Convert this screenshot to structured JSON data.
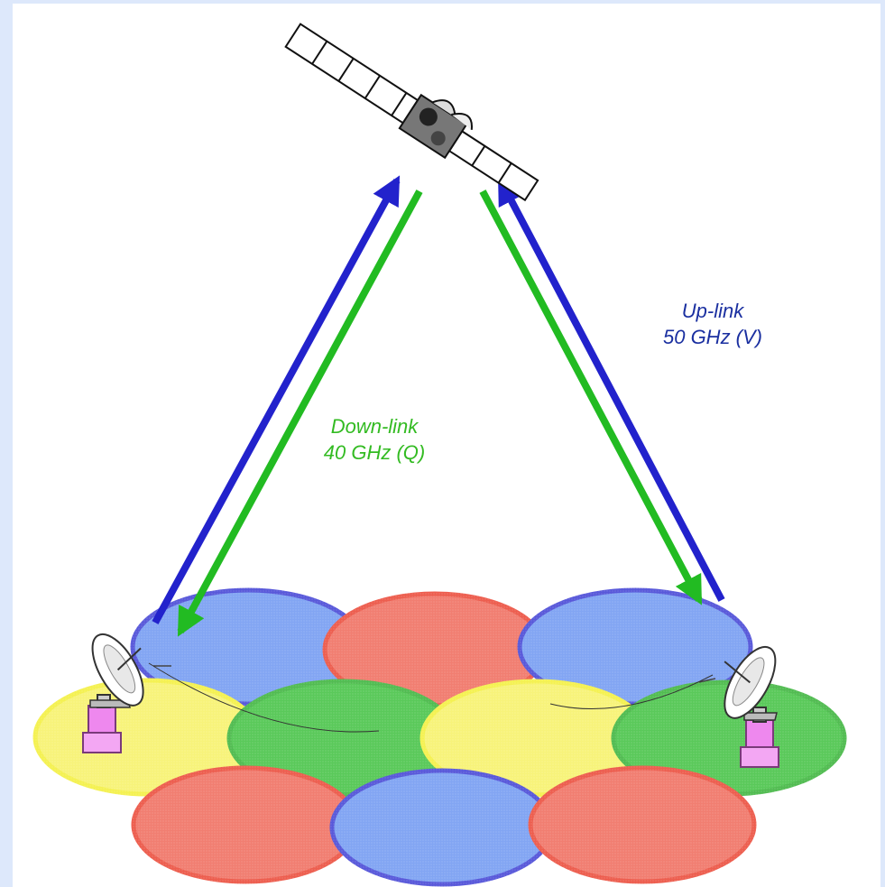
{
  "colors": {
    "background": "#dde8fb",
    "uplink": "#2222cc",
    "downlink": "#22bb22",
    "uplink_text": "#1a2fa0",
    "downlink_text": "#33bb22",
    "beam_blue": "#5f8cf0",
    "beam_red": "#ee5a4a",
    "beam_green": "#2dbb2d",
    "beam_yellow": "#f5f055"
  },
  "labels": {
    "uplink_line1": "Up-link",
    "uplink_line2": "50 GHz (V)",
    "downlink_line1": "Down-link",
    "downlink_line2": "40 GHz (Q)"
  },
  "icons": {
    "satellite": "satellite-icon",
    "ground_station_left": "dish-antenna-icon",
    "ground_station_right": "dish-antenna-icon"
  },
  "beams": [
    {
      "name": "blue",
      "color": "blue"
    },
    {
      "name": "red",
      "color": "red"
    },
    {
      "name": "blue",
      "color": "blue"
    },
    {
      "name": "yellow",
      "color": "yellow"
    },
    {
      "name": "green",
      "color": "green"
    },
    {
      "name": "yellow",
      "color": "yellow"
    },
    {
      "name": "green",
      "color": "green"
    },
    {
      "name": "red",
      "color": "red"
    },
    {
      "name": "blue",
      "color": "blue"
    },
    {
      "name": "red",
      "color": "red"
    }
  ]
}
